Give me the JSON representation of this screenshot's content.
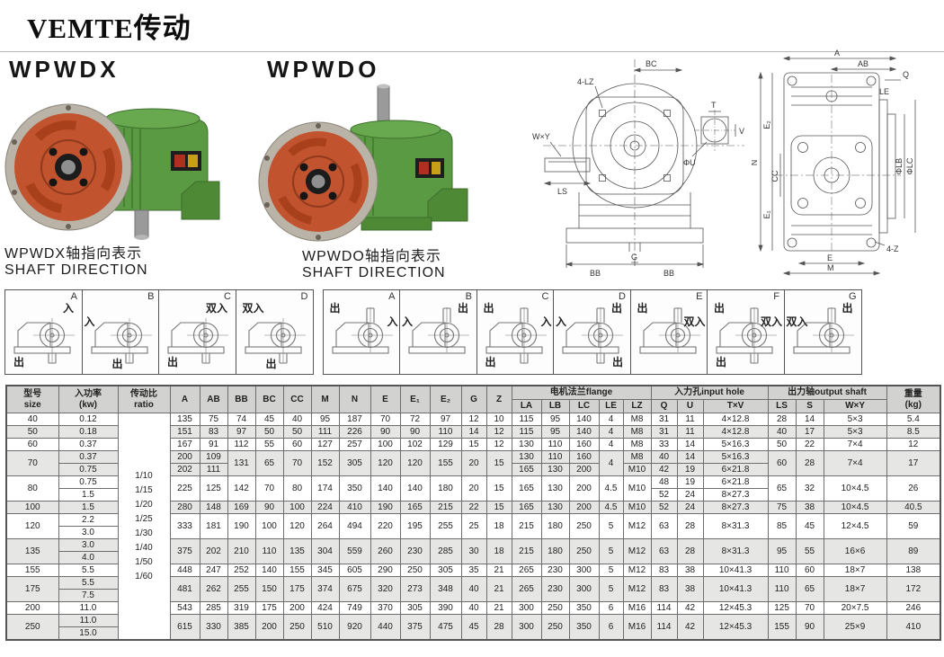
{
  "page": {
    "brand": "VEMTE传动"
  },
  "products": {
    "left": {
      "name": "WPWDX",
      "caption_cn": "WPWDX轴指向表示",
      "caption_en": "SHAFT DIRECTION"
    },
    "right": {
      "name": "WPWDO",
      "caption_cn": "WPWDO轴指向表示",
      "caption_en": "SHAFT DIRECTION"
    }
  },
  "colors": {
    "gearbox_green": "#5a9a42",
    "flange_orange": "#c2532f",
    "table_header_gray": "#d2d2d0",
    "table_alt_gray": "#e6e6e4"
  },
  "drawings": {
    "front": {
      "labels": {
        "bc": "BC",
        "lz": "4-LZ",
        "t": "T",
        "v": "V",
        "u": "ΦU",
        "wy": "W×Y",
        "ls": "LS",
        "g": "G",
        "bb_left": "BB",
        "bb_right": "BB"
      }
    },
    "side": {
      "labels": {
        "a": "A",
        "ab": "AB",
        "q": "Q",
        "n": "N",
        "e2": "E₂",
        "e1": "E₁",
        "cc": "CC",
        "lb": "ΦLB",
        "lc": "ΦLC",
        "le": "LE",
        "z4": "4-Z",
        "e": "E",
        "m": "M"
      }
    }
  },
  "shaft_diagrams": {
    "groups": [
      {
        "model": "WPWDX",
        "items": [
          {
            "letter": "A",
            "shaft": "down",
            "marks": [
              {
                "pos": "tr",
                "text": "入"
              },
              {
                "pos": "bl",
                "text": "出"
              }
            ]
          },
          {
            "letter": "B",
            "shaft": "down",
            "marks": [
              {
                "pos": "l",
                "text": "入"
              },
              {
                "pos": "b",
                "text": "出"
              }
            ]
          },
          {
            "letter": "C",
            "shaft": "down",
            "marks": [
              {
                "pos": "tr",
                "text": "双入"
              },
              {
                "pos": "bl",
                "text": "出"
              }
            ]
          },
          {
            "letter": "D",
            "shaft": "down",
            "marks": [
              {
                "pos": "tl",
                "text": "双入"
              },
              {
                "pos": "b",
                "text": "出"
              }
            ]
          }
        ]
      },
      {
        "model": "WPWDO",
        "items": [
          {
            "letter": "A",
            "shaft": "up",
            "marks": [
              {
                "pos": "tl",
                "text": "出"
              },
              {
                "pos": "r",
                "text": "入"
              }
            ]
          },
          {
            "letter": "B",
            "shaft": "up",
            "marks": [
              {
                "pos": "l",
                "text": "入"
              },
              {
                "pos": "tr",
                "text": "出"
              }
            ]
          },
          {
            "letter": "C",
            "shaft": "updown",
            "marks": [
              {
                "pos": "tl",
                "text": "出"
              },
              {
                "pos": "r",
                "text": "入"
              },
              {
                "pos": "bl",
                "text": "出"
              }
            ]
          },
          {
            "letter": "D",
            "shaft": "updown",
            "marks": [
              {
                "pos": "l",
                "text": "入"
              },
              {
                "pos": "tr",
                "text": "出"
              },
              {
                "pos": "br",
                "text": "出"
              }
            ]
          },
          {
            "letter": "E",
            "shaft": "up",
            "marks": [
              {
                "pos": "tl",
                "text": "出"
              },
              {
                "pos": "r",
                "text": "双入"
              }
            ]
          },
          {
            "letter": "F",
            "shaft": "updown",
            "marks": [
              {
                "pos": "tl",
                "text": "出"
              },
              {
                "pos": "r",
                "text": "双入"
              },
              {
                "pos": "bl",
                "text": "出"
              }
            ]
          },
          {
            "letter": "G",
            "shaft": "up",
            "marks": [
              {
                "pos": "l",
                "text": "双入"
              },
              {
                "pos": "tr",
                "text": "出"
              }
            ]
          }
        ]
      }
    ]
  },
  "table": {
    "header": {
      "size": [
        "型号",
        "size"
      ],
      "power": [
        "入功率",
        "(kw)"
      ],
      "ratio": [
        "传动比",
        "ratio"
      ],
      "dims": [
        "A",
        "AB",
        "BB",
        "BC",
        "CC",
        "M",
        "N",
        "E",
        "E₁",
        "E₂",
        "G",
        "Z"
      ],
      "flange": {
        "label": "电机法兰flange",
        "cols": [
          "LA",
          "LB",
          "LC",
          "LE",
          "LZ"
        ]
      },
      "input": {
        "label": "入力孔input hole",
        "cols": [
          "Q",
          "U",
          "T×V"
        ]
      },
      "output": {
        "label": "出力轴output shaft",
        "cols": [
          "LS",
          "S",
          "W×Y"
        ]
      },
      "weight": [
        "重量",
        "(kg)"
      ]
    },
    "ratios": [
      "1/10",
      "1/15",
      "1/20",
      "1/25",
      "1/30",
      "1/40",
      "1/50",
      "1/60"
    ],
    "rows": [
      {
        "size": "40",
        "power": [
          "0.12"
        ],
        "A": "135",
        "AB": "75",
        "BB": "74",
        "BC": "45",
        "CC": "40",
        "M": "95",
        "N": "187",
        "E": "70",
        "E1": "72",
        "E2": "97",
        "G": "12",
        "Z": "10",
        "LA": "115",
        "LB": "95",
        "LC": "140",
        "LE": "4",
        "LZ": "M8",
        "Q": "31",
        "U": "11",
        "TV": "4×12.8",
        "LS": "28",
        "S": "14",
        "WY": "5×3",
        "wt": "5.4"
      },
      {
        "size": "50",
        "power": [
          "0.18"
        ],
        "A": "151",
        "AB": "83",
        "BB": "97",
        "BC": "50",
        "CC": "50",
        "M": "111",
        "N": "226",
        "E": "90",
        "E1": "90",
        "E2": "110",
        "G": "14",
        "Z": "12",
        "LA": "115",
        "LB": "95",
        "LC": "140",
        "LE": "4",
        "LZ": "M8",
        "Q": "31",
        "U": "11",
        "TV": "4×12.8",
        "LS": "40",
        "S": "17",
        "WY": "5×3",
        "wt": "8.5"
      },
      {
        "size": "60",
        "power": [
          "0.37"
        ],
        "A": "167",
        "AB": "91",
        "BB": "112",
        "BC": "55",
        "CC": "60",
        "M": "127",
        "N": "257",
        "E": "100",
        "E1": "102",
        "E2": "129",
        "G": "15",
        "Z": "12",
        "LA": "130",
        "LB": "110",
        "LC": "160",
        "LE": "4",
        "LZ": "M8",
        "Q": "33",
        "U": "14",
        "TV": "5×16.3",
        "LS": "50",
        "S": "22",
        "WY": "7×4",
        "wt": "12"
      },
      {
        "size": "70",
        "power": [
          "0.37",
          "0.75"
        ],
        "A": [
          "200",
          "202"
        ],
        "AB": [
          "109",
          "111"
        ],
        "BB": "131",
        "BC": "65",
        "CC": "70",
        "M": "152",
        "N": "305",
        "E": "120",
        "E1": "120",
        "E2": "155",
        "G": "20",
        "Z": "15",
        "LA": [
          "130",
          "165"
        ],
        "LB": [
          "110",
          "130"
        ],
        "LC": [
          "160",
          "200"
        ],
        "LE": "4",
        "LZ": [
          "M8",
          "M10"
        ],
        "Q": [
          "40",
          "42"
        ],
        "U": [
          "14",
          "19"
        ],
        "TV": [
          "5×16.3",
          "6×21.8"
        ],
        "LS": "60",
        "S": "28",
        "WY": "7×4",
        "wt": "17"
      },
      {
        "size": "80",
        "power": [
          "0.75",
          "1.5"
        ],
        "A": "225",
        "AB": "125",
        "BB": "142",
        "BC": "70",
        "CC": "80",
        "M": "174",
        "N": "350",
        "E": "140",
        "E1": "140",
        "E2": "180",
        "G": "20",
        "Z": "15",
        "LA": "165",
        "LB": "130",
        "LC": "200",
        "LE": "4.5",
        "LZ": "M10",
        "Q": [
          "48",
          "52"
        ],
        "U": [
          "19",
          "24"
        ],
        "TV": [
          "6×21.8",
          "8×27.3"
        ],
        "LS": "65",
        "S": "32",
        "WY": "10×4.5",
        "wt": "26"
      },
      {
        "size": "100",
        "power": [
          "1.5"
        ],
        "A": "280",
        "AB": "148",
        "BB": "169",
        "BC": "90",
        "CC": "100",
        "M": "224",
        "N": "410",
        "E": "190",
        "E1": "165",
        "E2": "215",
        "G": "22",
        "Z": "15",
        "LA": "165",
        "LB": "130",
        "LC": "200",
        "LE": "4.5",
        "LZ": "M10",
        "Q": "52",
        "U": "24",
        "TV": "8×27.3",
        "LS": "75",
        "S": "38",
        "WY": "10×4.5",
        "wt": "40.5"
      },
      {
        "size": "120",
        "power": [
          "2.2",
          "3.0"
        ],
        "A": "333",
        "AB": "181",
        "BB": "190",
        "BC": "100",
        "CC": "120",
        "M": "264",
        "N": "494",
        "E": "220",
        "E1": "195",
        "E2": "255",
        "G": "25",
        "Z": "18",
        "LA": "215",
        "LB": "180",
        "LC": "250",
        "LE": "5",
        "LZ": "M12",
        "Q": "63",
        "U": "28",
        "TV": "8×31.3",
        "LS": "85",
        "S": "45",
        "WY": "12×4.5",
        "wt": "59"
      },
      {
        "size": "135",
        "power": [
          "3.0",
          "4.0"
        ],
        "A": "375",
        "AB": "202",
        "BB": "210",
        "BC": "110",
        "CC": "135",
        "M": "304",
        "N": "559",
        "E": "260",
        "E1": "230",
        "E2": "285",
        "G": "30",
        "Z": "18",
        "LA": "215",
        "LB": "180",
        "LC": "250",
        "LE": "5",
        "LZ": "M12",
        "Q": "63",
        "U": "28",
        "TV": "8×31.3",
        "LS": "95",
        "S": "55",
        "WY": "16×6",
        "wt": "89"
      },
      {
        "size": "155",
        "power": [
          "5.5"
        ],
        "A": "448",
        "AB": "247",
        "BB": "252",
        "BC": "140",
        "CC": "155",
        "M": "345",
        "N": "605",
        "E": "290",
        "E1": "250",
        "E2": "305",
        "G": "35",
        "Z": "21",
        "LA": "265",
        "LB": "230",
        "LC": "300",
        "LE": "5",
        "LZ": "M12",
        "Q": "83",
        "U": "38",
        "TV": "10×41.3",
        "LS": "110",
        "S": "60",
        "WY": "18×7",
        "wt": "138"
      },
      {
        "size": "175",
        "power": [
          "5.5",
          "7.5"
        ],
        "A": "481",
        "AB": "262",
        "BB": "255",
        "BC": "150",
        "CC": "175",
        "M": "374",
        "N": "675",
        "E": "320",
        "E1": "273",
        "E2": "348",
        "G": "40",
        "Z": "21",
        "LA": "265",
        "LB": "230",
        "LC": "300",
        "LE": "5",
        "LZ": "M12",
        "Q": "83",
        "U": "38",
        "TV": "10×41.3",
        "LS": "110",
        "S": "65",
        "WY": "18×7",
        "wt": "172"
      },
      {
        "size": "200",
        "power": [
          "11.0"
        ],
        "A": "543",
        "AB": "285",
        "BB": "319",
        "BC": "175",
        "CC": "200",
        "M": "424",
        "N": "749",
        "E": "370",
        "E1": "305",
        "E2": "390",
        "G": "40",
        "Z": "21",
        "LA": "300",
        "LB": "250",
        "LC": "350",
        "LE": "6",
        "LZ": "M16",
        "Q": "114",
        "U": "42",
        "TV": "12×45.3",
        "LS": "125",
        "S": "70",
        "WY": "20×7.5",
        "wt": "246"
      },
      {
        "size": "250",
        "power": [
          "11.0",
          "15.0"
        ],
        "A": "615",
        "AB": "330",
        "BB": "385",
        "BC": "200",
        "CC": "250",
        "M": "510",
        "N": "920",
        "E": "440",
        "E1": "375",
        "E2": "475",
        "G": "45",
        "Z": "28",
        "LA": "300",
        "LB": "250",
        "LC": "350",
        "LE": "6",
        "LZ": "M16",
        "Q": "114",
        "U": "42",
        "TV": "12×45.3",
        "LS": "155",
        "S": "90",
        "WY": "25×9",
        "wt": "410"
      }
    ]
  }
}
